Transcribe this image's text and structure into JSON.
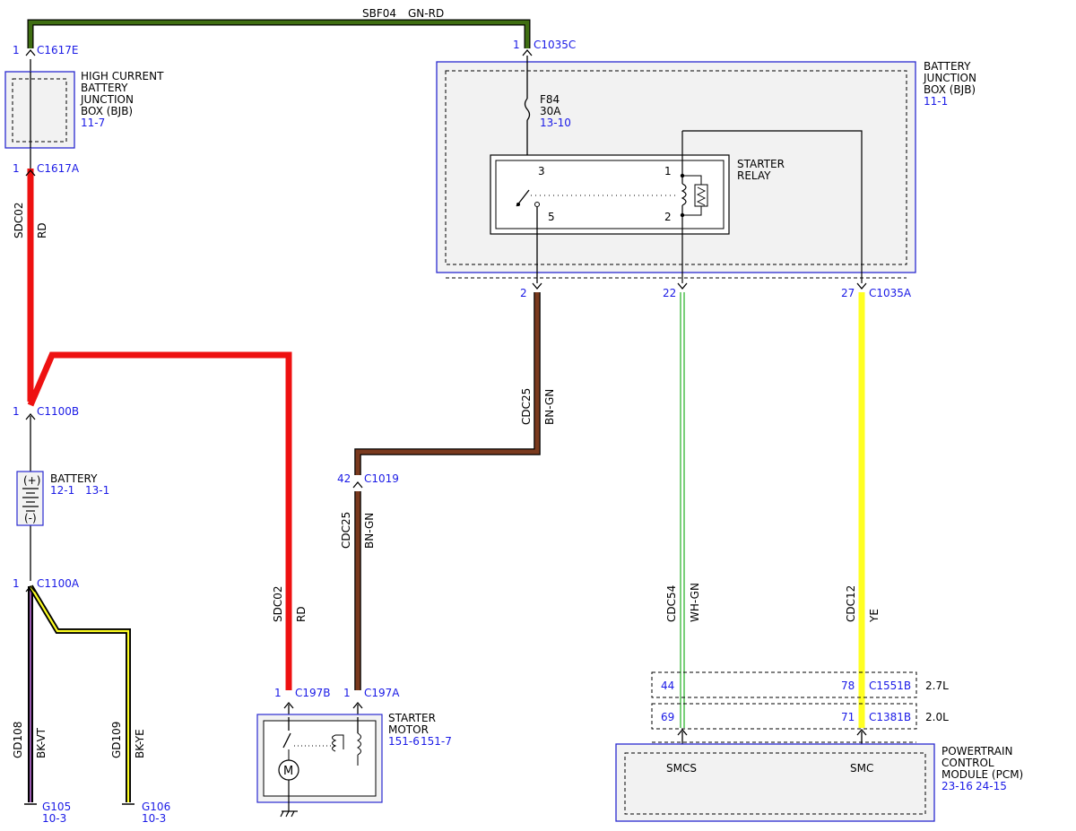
{
  "colors": {
    "red": "#ee1111",
    "green": "#3f6e12",
    "brown": "#7a3a1e",
    "yellow": "#ffff22",
    "link_blue": "#1a1ae6",
    "wh_gn": "#7ad07a",
    "bk_vt": "#9a5ab0"
  },
  "wires": {
    "sbf04": {
      "circuit": "SBF04",
      "color": "GN-RD"
    },
    "sdc02_top": {
      "circuit": "SDC02",
      "color": "RD"
    },
    "sdc02_bottom": {
      "circuit": "SDC02",
      "color": "RD"
    },
    "cdc25_top": {
      "circuit": "CDC25",
      "color": "BN-GN"
    },
    "cdc25_bottom": {
      "circuit": "CDC25",
      "color": "BN-GN"
    },
    "cdc54": {
      "circuit": "CDC54",
      "color": "WH-GN"
    },
    "cdc12": {
      "circuit": "CDC12",
      "color": "YE"
    },
    "gd108": {
      "circuit": "GD108",
      "color": "BK-VT"
    },
    "gd109": {
      "circuit": "GD109",
      "color": "BK-YE"
    }
  },
  "connectors": {
    "c1617e": {
      "pin": "1",
      "name": "C1617E"
    },
    "c1617a": {
      "pin": "1",
      "name": "C1617A"
    },
    "c1035c": {
      "pin": "1",
      "name": "C1035C"
    },
    "c1100b": {
      "pin": "1",
      "name": "C1100B"
    },
    "c1100a": {
      "pin": "1",
      "name": "C1100A"
    },
    "c1019": {
      "pin": "42",
      "name": "C1019"
    },
    "c197b": {
      "pin": "1",
      "name": "C197B"
    },
    "c197a": {
      "pin": "1",
      "name": "C197A"
    },
    "c1035a": {
      "pins": [
        "2",
        "22",
        "27"
      ],
      "name": "C1035A"
    },
    "c1551b": {
      "pins": [
        "44",
        "78"
      ],
      "name": "C1551B",
      "variant": "2.7L"
    },
    "c1381b": {
      "pins": [
        "69",
        "71"
      ],
      "name": "C1381B",
      "variant": "2.0L"
    }
  },
  "components": {
    "hcbjb": {
      "lines": [
        "HIGH CURRENT",
        "BATTERY",
        "JUNCTION",
        "BOX (BJB)"
      ],
      "ref": "11-7"
    },
    "bjb": {
      "lines": [
        "BATTERY",
        "JUNCTION",
        "BOX (BJB)"
      ],
      "ref": "11-1"
    },
    "fuse": {
      "name": "F84",
      "rating": "30A",
      "ref": "13-10"
    },
    "relay": {
      "lines": [
        "STARTER",
        "RELAY"
      ],
      "pins": [
        "3",
        "1",
        "5",
        "2"
      ]
    },
    "battery": {
      "name": "BATTERY",
      "refs": [
        "12-1",
        "13-1"
      ],
      "pos": "(+)",
      "neg": "(-)"
    },
    "starter_motor": {
      "lines": [
        "STARTER",
        "MOTOR"
      ],
      "refs": [
        "151-6",
        "151-7"
      ]
    },
    "pcm": {
      "lines": [
        "POWERTRAIN",
        "CONTROL",
        "MODULE (PCM)"
      ],
      "refs": [
        "23-16",
        "24-15"
      ],
      "pins": [
        "SMCS",
        "SMC"
      ]
    }
  },
  "grounds": {
    "g105": {
      "name": "G105",
      "ref": "10-3"
    },
    "g106": {
      "name": "G106",
      "ref": "10-3"
    }
  }
}
